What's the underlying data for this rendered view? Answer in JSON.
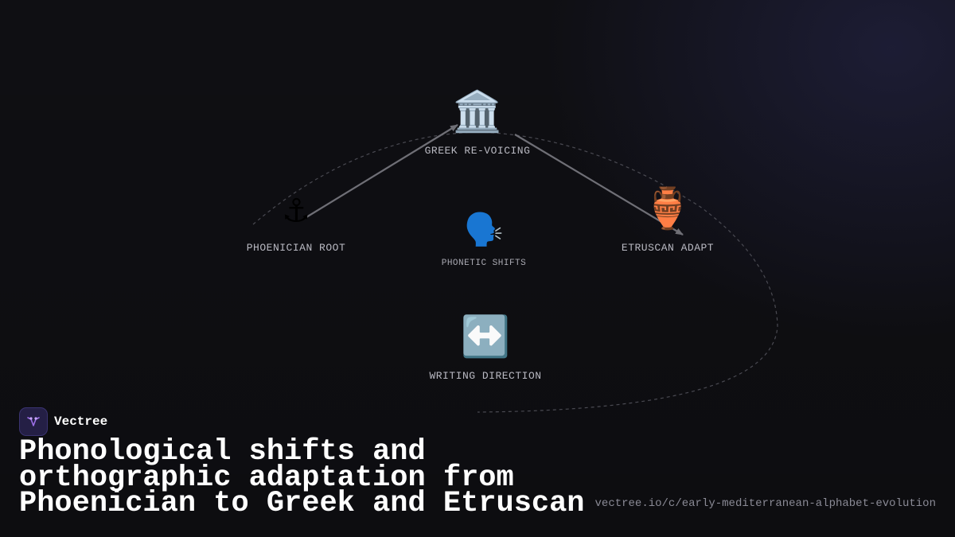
{
  "diagram": {
    "nodes": [
      {
        "id": "phoenician",
        "icon": "⚓",
        "icon_name": "anchor-icon",
        "label": "PHOENICIAN ROOT"
      },
      {
        "id": "greek",
        "icon": "🏛️",
        "icon_name": "classical-building-icon",
        "label": "GREEK RE-VOICING"
      },
      {
        "id": "etruscan",
        "icon": "🏺",
        "icon_name": "amphora-icon",
        "label": "ETRUSCAN ADAPT"
      },
      {
        "id": "phonetic",
        "icon": "🗣️",
        "icon_name": "speaking-head-icon",
        "label": "PHONETIC SHIFTS"
      },
      {
        "id": "direction",
        "icon": "↔️",
        "icon_name": "left-right-arrow-icon",
        "label": "WRITING DIRECTION"
      }
    ],
    "edges": [
      {
        "from": "phoenician",
        "to": "greek"
      },
      {
        "from": "greek",
        "to": "etruscan"
      }
    ],
    "colors": {
      "arrow": "#6f6f76",
      "dashed_path": "#4a4a52",
      "label": "#b9b9c2"
    }
  },
  "brand": {
    "name": "Vectree",
    "logo_icon": "vectree-logo-icon",
    "logo_color": "#9b6ee6"
  },
  "title": "Phonological shifts and orthographic adaptation from Phoenician to Greek and Etruscan",
  "url": "vectree.io/c/early-mediterranean-alphabet-evolution"
}
